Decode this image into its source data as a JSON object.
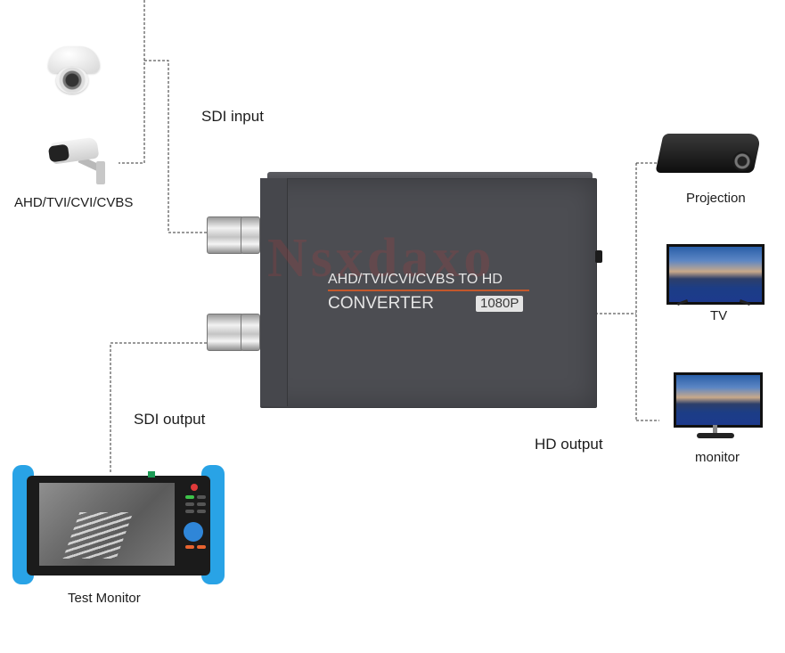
{
  "diagram": {
    "inputs": {
      "camera_types_label": "AHD/TVI/CVI/CVBS",
      "sdi_input_label": "SDI input",
      "devices": [
        {
          "name": "dome-camera"
        },
        {
          "name": "bullet-camera"
        }
      ]
    },
    "converter": {
      "line1": "AHD/TVI/CVI/CVBS TO HD",
      "line2": "CONVERTER",
      "resolution_badge": "1080P",
      "watermark": "Nsxdaxo",
      "accent_color": "#c4582c",
      "body_color": "#4c4d52"
    },
    "sdi_output": {
      "label": "SDI output",
      "device_label": "Test  Monitor"
    },
    "hd_output": {
      "label": "HD output",
      "devices": [
        {
          "label": "Projection"
        },
        {
          "label": "TV"
        },
        {
          "label": "monitor"
        }
      ]
    }
  }
}
